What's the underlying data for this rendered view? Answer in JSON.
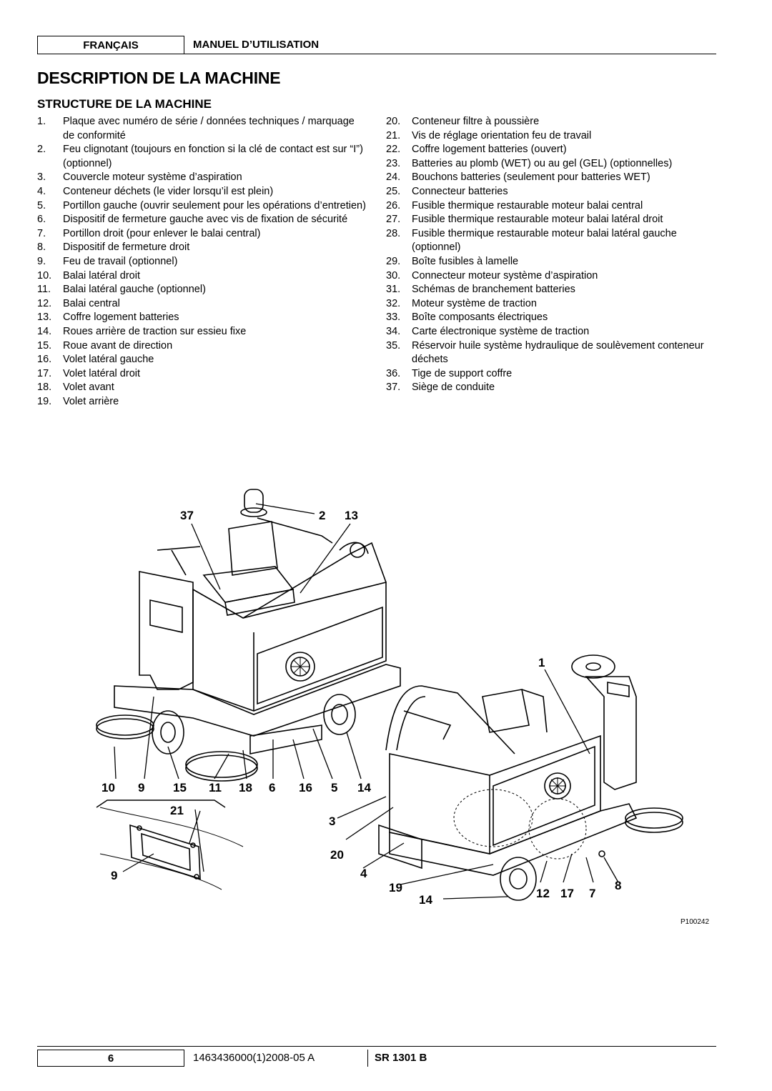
{
  "header": {
    "language": "FRANÇAIS",
    "manual": "MANUEL D’UTILISATION"
  },
  "title": "DESCRIPTION DE LA MACHINE",
  "subtitle": "STRUCTURE DE LA MACHINE",
  "items_left": [
    {
      "n": "1.",
      "t": "Plaque avec numéro de série / données techniques / marquage de conformité"
    },
    {
      "n": "2.",
      "t": "Feu clignotant (toujours en fonction si la clé de contact est sur “I”) (optionnel)"
    },
    {
      "n": "3.",
      "t": "Couvercle moteur système d’aspiration"
    },
    {
      "n": "4.",
      "t": "Conteneur déchets (le vider lorsqu’il est plein)"
    },
    {
      "n": "5.",
      "t": "Portillon gauche (ouvrir seulement pour les opérations d’entretien)"
    },
    {
      "n": "6.",
      "t": "Dispositif de fermeture gauche avec vis de fixation de sécurité"
    },
    {
      "n": "7.",
      "t": "Portillon droit (pour enlever le balai central)"
    },
    {
      "n": "8.",
      "t": "Dispositif de fermeture droit"
    },
    {
      "n": "9.",
      "t": "Feu de travail (optionnel)"
    },
    {
      "n": "10.",
      "t": "Balai latéral droit"
    },
    {
      "n": "11.",
      "t": "Balai latéral gauche (optionnel)"
    },
    {
      "n": "12.",
      "t": "Balai central"
    },
    {
      "n": "13.",
      "t": "Coffre logement batteries"
    },
    {
      "n": "14.",
      "t": "Roues arrière de traction sur essieu fixe"
    },
    {
      "n": "15.",
      "t": "Roue avant de direction"
    },
    {
      "n": "16.",
      "t": "Volet latéral gauche"
    },
    {
      "n": "17.",
      "t": "Volet latéral droit"
    },
    {
      "n": "18.",
      "t": "Volet avant"
    },
    {
      "n": "19.",
      "t": "Volet arrière"
    }
  ],
  "items_right": [
    {
      "n": "20.",
      "t": "Conteneur filtre à poussière"
    },
    {
      "n": "21.",
      "t": "Vis de réglage orientation feu de travail"
    },
    {
      "n": "22.",
      "t": "Coffre logement batteries (ouvert)"
    },
    {
      "n": "23.",
      "t": "Batteries au plomb (WET) ou au gel (GEL) (optionnelles)"
    },
    {
      "n": "24.",
      "t": "Bouchons batteries (seulement pour batteries WET)"
    },
    {
      "n": "25.",
      "t": "Connecteur batteries"
    },
    {
      "n": "26.",
      "t": "Fusible thermique restaurable moteur balai central"
    },
    {
      "n": "27.",
      "t": "Fusible thermique restaurable moteur balai latéral droit"
    },
    {
      "n": "28.",
      "t": "Fusible thermique restaurable moteur balai latéral gauche (optionnel)"
    },
    {
      "n": "29.",
      "t": "Boîte fusibles à lamelle"
    },
    {
      "n": "30.",
      "t": "Connecteur moteur système d’aspiration"
    },
    {
      "n": "31.",
      "t": "Schémas de branchement batteries"
    },
    {
      "n": "32.",
      "t": "Moteur système de traction"
    },
    {
      "n": "33.",
      "t": "Boîte composants électriques"
    },
    {
      "n": "34.",
      "t": "Carte électronique système de traction"
    },
    {
      "n": "35.",
      "t": "Réservoir huile système hydraulique de soulèvement conteneur déchets"
    },
    {
      "n": "36.",
      "t": "Tige de support coffre"
    },
    {
      "n": "37.",
      "t": "Siège de conduite"
    }
  ],
  "figure": {
    "callouts": [
      "37",
      "2",
      "13",
      "1",
      "10",
      "9",
      "15",
      "11",
      "18",
      "6",
      "16",
      "5",
      "14",
      "21",
      "3",
      "20",
      "4",
      "9",
      "19",
      "14",
      "12",
      "17",
      "7",
      "8"
    ],
    "code": "P100242"
  },
  "footer": {
    "page": "6",
    "doc": "1463436000(1)2008-05 A",
    "model": "SR 1301 B"
  }
}
